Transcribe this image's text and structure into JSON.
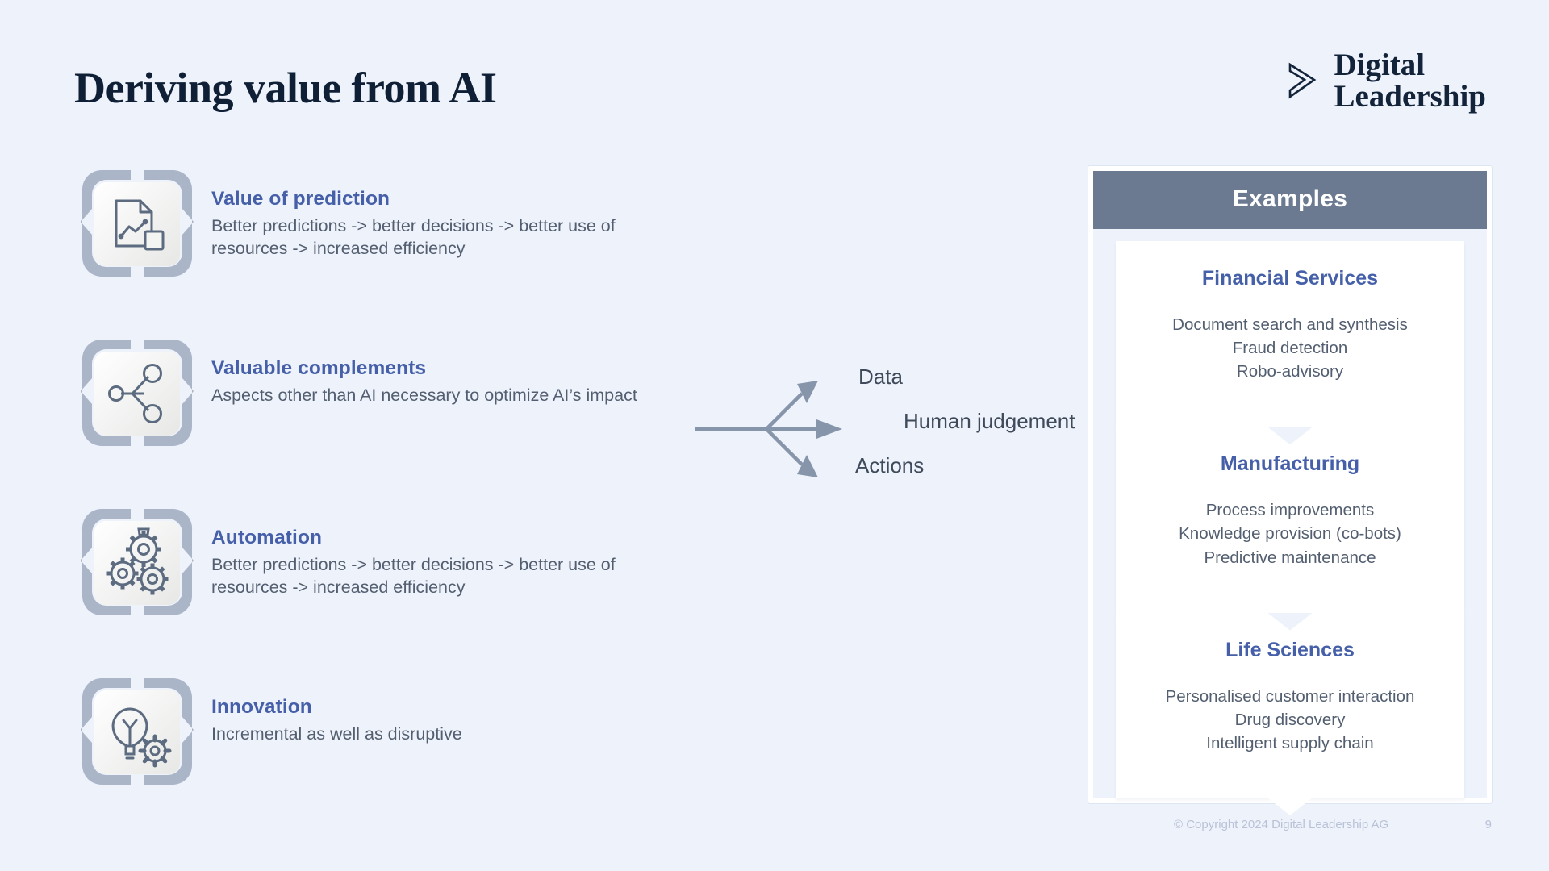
{
  "title": "Deriving value from AI",
  "logo": {
    "mark": "chevron-right-outline-icon",
    "line1": "Digital",
    "line2": "Leadership"
  },
  "colors": {
    "background": "#eef2fb",
    "title": "#0f2036",
    "accent_blue": "#4560a8",
    "body_text": "#535f70",
    "badge_gray": "#aab6c8",
    "header_slate": "#6b7a90",
    "footer_gray": "#b9c2d6"
  },
  "features": [
    {
      "icon": "document-chart-icon",
      "title": "Value of prediction",
      "desc": "Better predictions -> better decisions -> better use of resources -> increased efficiency"
    },
    {
      "icon": "network-share-icon",
      "title": "Valuable complements",
      "desc": "Aspects other than AI necessary to optimize AI’s impact"
    },
    {
      "icon": "gears-icon",
      "title": "Automation",
      "desc": "Better predictions -> better decisions -> better use of resources -> increased efficiency"
    },
    {
      "icon": "lightbulb-gear-icon",
      "title": "Innovation",
      "desc": "Incremental as well as disruptive"
    }
  ],
  "diagram": {
    "branches": [
      {
        "label": "Data",
        "direction": "up"
      },
      {
        "label": "Human judgement",
        "direction": "straight"
      },
      {
        "label": "Actions",
        "direction": "down"
      }
    ]
  },
  "examples": {
    "header": "Examples",
    "cards": [
      {
        "title": "Financial Services",
        "items": [
          "Document search and synthesis",
          "Fraud detection",
          "Robo-advisory"
        ]
      },
      {
        "title": "Manufacturing",
        "items": [
          "Process improvements",
          "Knowledge provision (co-bots)",
          "Predictive maintenance"
        ]
      },
      {
        "title": "Life Sciences",
        "items": [
          "Personalised customer interaction",
          "Drug discovery",
          "Intelligent supply chain"
        ]
      }
    ]
  },
  "footer": {
    "copyright": "© Copyright 2024 Digital Leadership AG",
    "page_number": "9"
  }
}
